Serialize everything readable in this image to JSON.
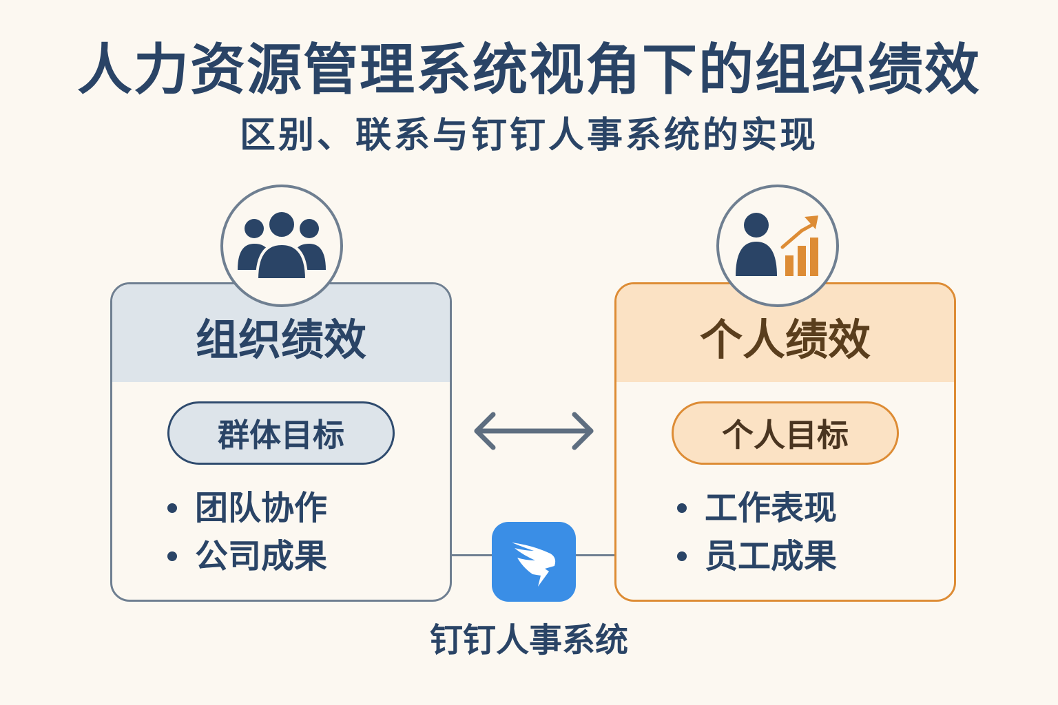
{
  "title": "人力资源管理系统视角下的组织绩效",
  "subtitle": "区别、联系与钉钉人事系统的实现",
  "org_card": {
    "icon": "group-users-icon",
    "heading": "组织绩效",
    "goal": "群体目标",
    "items": [
      "团队协作",
      "公司成果"
    ]
  },
  "ind_card": {
    "icon": "person-growth-chart-icon",
    "heading": "个人绩效",
    "goal": "个人目标",
    "items": [
      "工作表现",
      "员工成果"
    ]
  },
  "relation": {
    "icon": "double-arrow-icon"
  },
  "system": {
    "icon": "dingtalk-logo-icon",
    "label": "钉钉人事系统"
  },
  "colors": {
    "navy": "#2a4466",
    "orange": "#dd8c35",
    "org_tint": "#dde4ea",
    "ind_tint": "#fbe2c4",
    "dingtalk_blue": "#3a8ee6"
  }
}
